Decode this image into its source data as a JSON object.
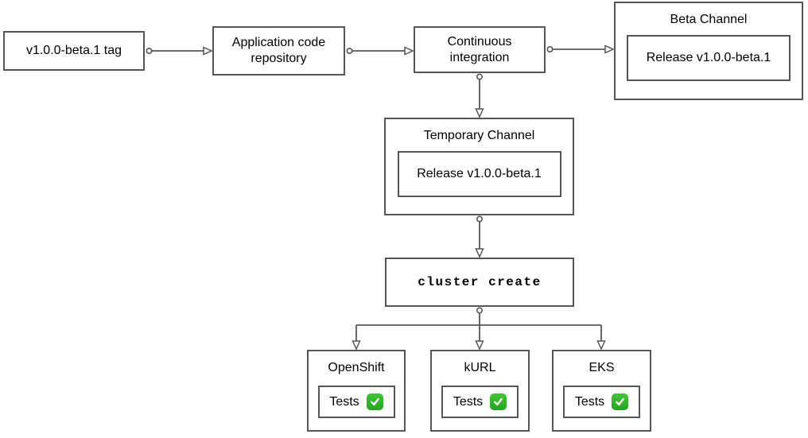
{
  "diagram": {
    "nodes": {
      "tag": {
        "label": "v1.0.0-beta.1 tag"
      },
      "repository": {
        "label": "Application code repository"
      },
      "ci": {
        "label": "Continuous integration"
      },
      "beta_channel": {
        "title": "Beta Channel",
        "release_label": "Release v1.0.0-beta.1"
      },
      "temporary_channel": {
        "title": "Temporary Channel",
        "release_label": "Release v1.0.0-beta.1"
      },
      "cluster_create": {
        "label": "cluster create"
      },
      "clusters": [
        {
          "title": "OpenShift",
          "tests_label": "Tests",
          "status_icon": "check-mark-button"
        },
        {
          "title": "kURL",
          "tests_label": "Tests",
          "status_icon": "check-mark-button"
        },
        {
          "title": "EKS",
          "tests_label": "Tests",
          "status_icon": "check-mark-button"
        }
      ]
    },
    "edges": [
      {
        "from": "v1.0.0-beta.1 tag",
        "to": "Application code repository"
      },
      {
        "from": "Application code repository",
        "to": "Continuous integration"
      },
      {
        "from": "Continuous integration",
        "to": "Beta Channel"
      },
      {
        "from": "Continuous integration",
        "to": "Temporary Channel"
      },
      {
        "from": "Temporary Channel",
        "to": "cluster create"
      },
      {
        "from": "cluster create",
        "to": "OpenShift"
      },
      {
        "from": "cluster create",
        "to": "kURL"
      },
      {
        "from": "cluster create",
        "to": "EKS"
      }
    ],
    "colors": {
      "stroke": "#565656",
      "text": "#000000",
      "background": "#ffffff",
      "check_green": "#2bab25"
    }
  }
}
